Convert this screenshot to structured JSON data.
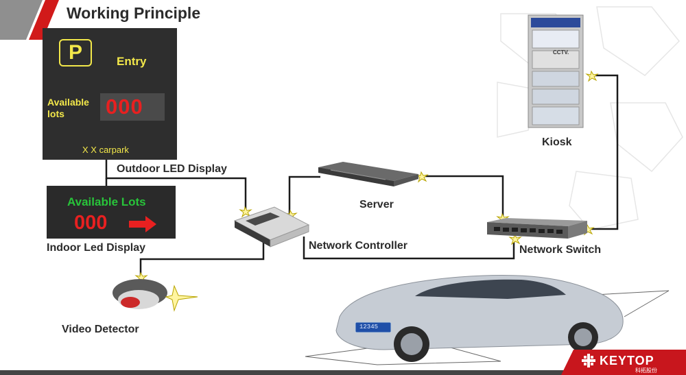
{
  "title": "Working Principle",
  "outdoor_display": {
    "parking_symbol": "P",
    "entry_label": "Entry",
    "available_label_line1": "Available",
    "available_label_line2": "lots",
    "count": "000",
    "carpark_name": "X X carpark",
    "caption": "Outdoor LED Display"
  },
  "indoor_display": {
    "title": "Available Lots",
    "count": "000",
    "caption": "Indoor Led Display"
  },
  "devices": {
    "server": "Server",
    "network_controller": "Network Controller",
    "network_switch": "Network Switch",
    "kiosk": "Kiosk",
    "video_detector": "Video Detector"
  },
  "kiosk_screen": {
    "cctv_label": "CCTV."
  },
  "car": {
    "plate": "12345"
  },
  "brand": {
    "name": "KEYTOP",
    "subtitle": "科拓股份"
  },
  "colors": {
    "accent_red": "#d11a1a",
    "led_yellow": "#f3e84a",
    "led_red": "#e82020",
    "led_green": "#28c43a",
    "panel_dark": "#2e2e2e",
    "wire": "#1a1a1a"
  }
}
